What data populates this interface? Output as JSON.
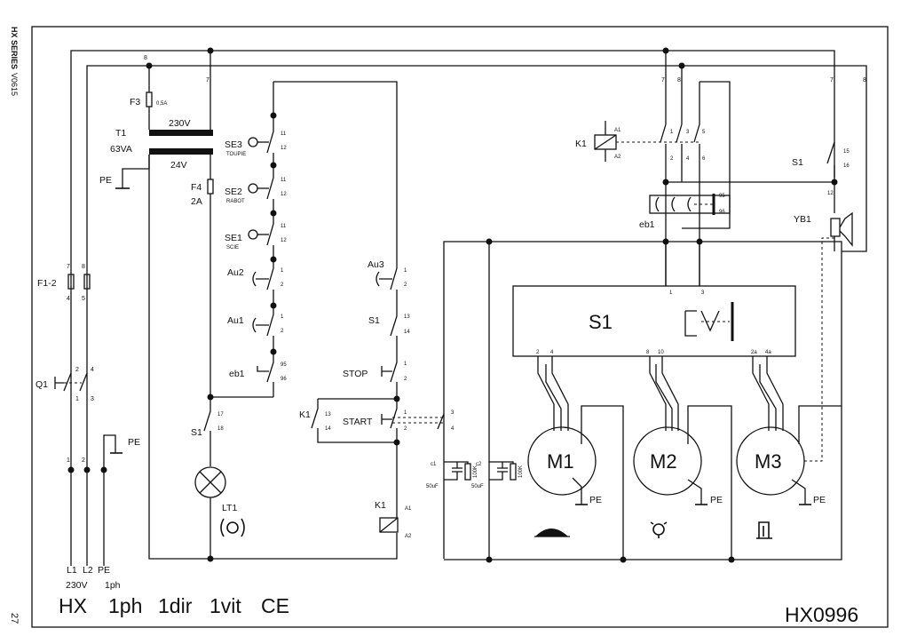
{
  "side": {
    "series": "HX SERIES",
    "version": "V0615",
    "page": "27"
  },
  "footer": {
    "model": "HX",
    "phase": "1ph",
    "direction": "1dir",
    "speed": "1vit",
    "cert": "CE",
    "drawing_number": "HX0996"
  },
  "supply": {
    "l1": "L1",
    "l2": "L2",
    "pe": "PE",
    "voltage": "230V",
    "phase": "1ph"
  },
  "labels": {
    "f3": "F3",
    "f3_rating": "0,5A",
    "t1": "T1",
    "t1_power": "63VA",
    "t1_primary": "230V",
    "t1_secondary": "24V",
    "t1_pe": "PE",
    "f4": "F4",
    "f4_rating": "2A",
    "f12": "F1-2",
    "q1": "Q1",
    "q1_pe": "PE",
    "se3": "SE3",
    "se3_desc": "TOUPIE",
    "se2": "SE2",
    "se2_desc": "RABOT",
    "se1": "SE1",
    "se1_desc": "SCIE",
    "au2": "Au2",
    "au1": "Au1",
    "au3": "Au3",
    "eb1": "eb1",
    "s1": "S1",
    "stop": "STOP",
    "start": "START",
    "k1": "K1",
    "lt1": "LT1",
    "yb1": "YB1",
    "c1": "c1",
    "c2": "c2",
    "cap": "50uF",
    "res": "100K",
    "m1": "M1",
    "m2": "M2",
    "m3": "M3",
    "pe": "PE",
    "selector": "S1"
  },
  "pins": {
    "n7": "7",
    "n8": "8",
    "p1": "1",
    "p2": "2",
    "p3": "3",
    "p4": "4",
    "p5": "5",
    "p6": "6",
    "p11": "11",
    "p12": "12",
    "p13": "13",
    "p14": "14",
    "p15": "15",
    "p16": "16",
    "p17": "17",
    "p18": "18",
    "p95": "95",
    "p96": "96",
    "a1": "A1",
    "a2": "A2",
    "p8": "8",
    "p10": "10",
    "p2a": "2a",
    "p4a": "4a"
  },
  "icons": {
    "saw": "saw-blade-icon",
    "planer": "planer-cutter-icon",
    "shaper": "spindle-moulder-icon",
    "lamp": "signal-lamp-icon",
    "light_pulse": "light-pulse-icon"
  }
}
